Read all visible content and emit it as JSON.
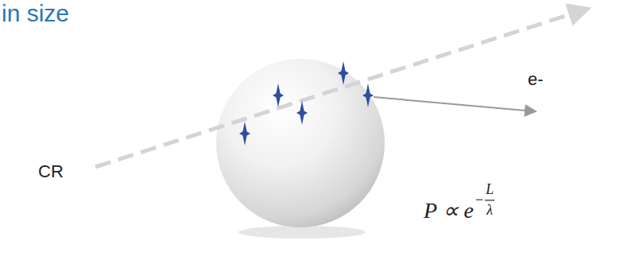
{
  "diagram": {
    "labels": [
      "in size",
      "CR",
      "e-",
      "P ∝ e",
      "−",
      "L",
      "λ"
    ]
  }
}
